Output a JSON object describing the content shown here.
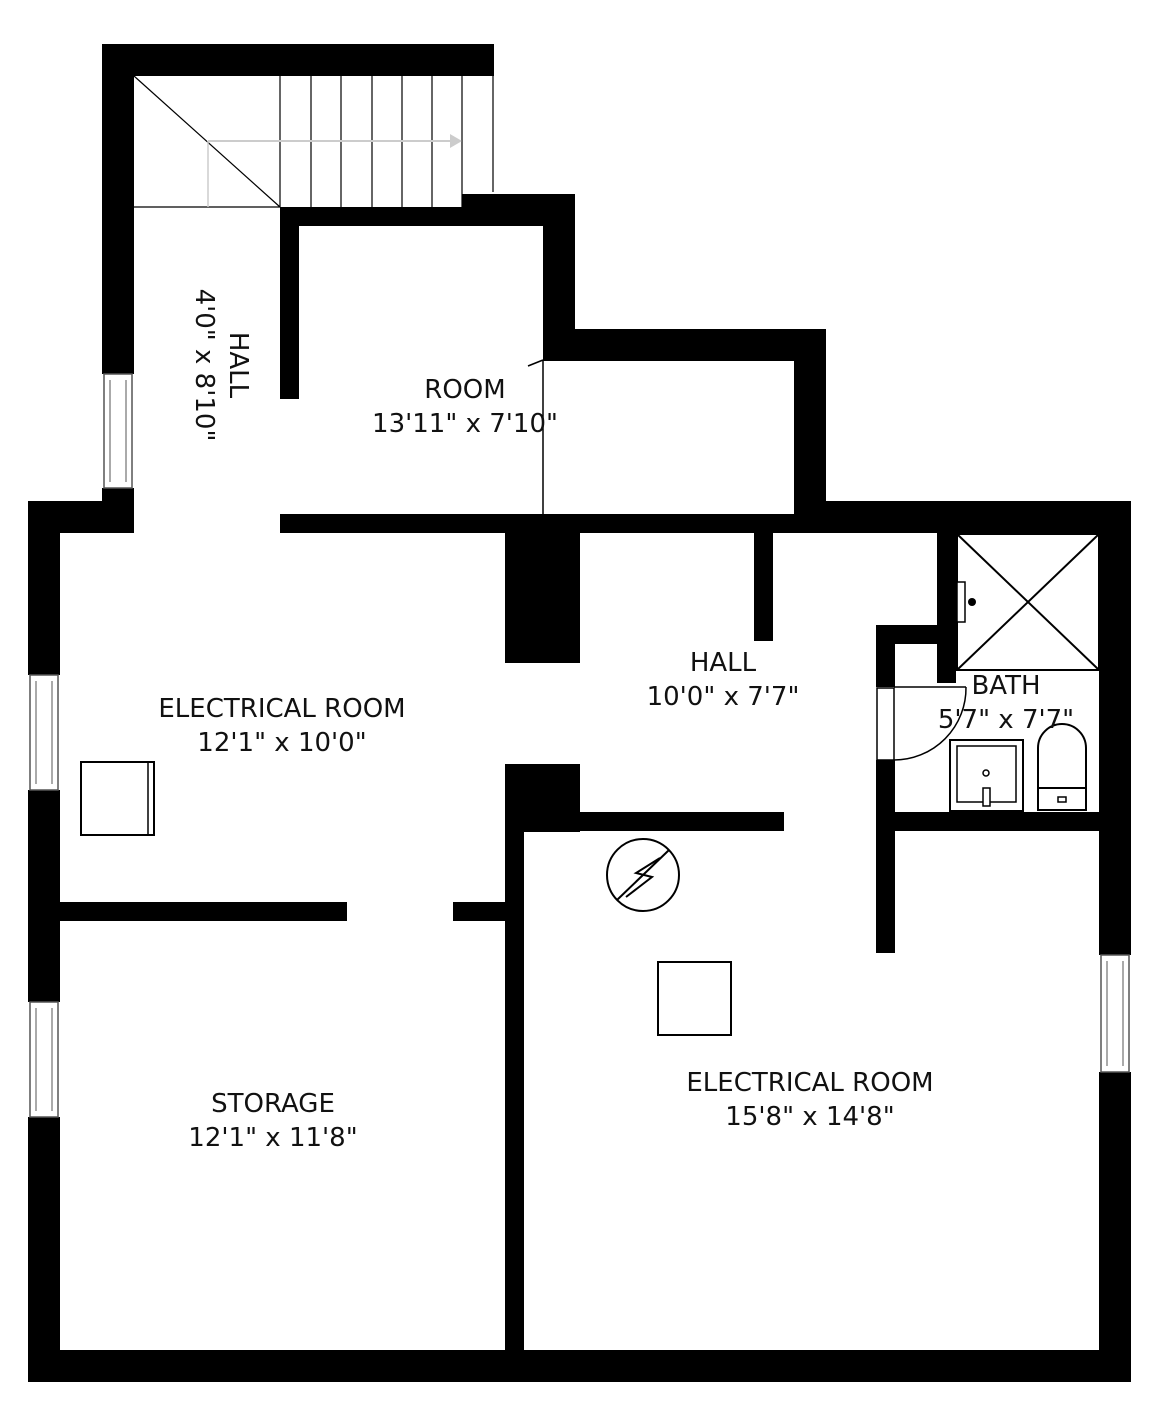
{
  "rooms": [
    {
      "name": "HALL",
      "dims": "4'0\" x 8'10\""
    },
    {
      "name": "ROOM",
      "dims": "13'11\" x 7'10\""
    },
    {
      "name": "HALL",
      "dims": "10'0\" x 7'7\""
    },
    {
      "name": "BATH",
      "dims": "5'7\" x 7'7\""
    },
    {
      "name": "ELECTRICAL ROOM",
      "dims": "12'1\" x 10'0\""
    },
    {
      "name": "STORAGE",
      "dims": "12'1\" x 11'8\""
    },
    {
      "name": "ELECTRICAL ROOM",
      "dims": "15'8\" x 14'8\""
    }
  ],
  "icons": {
    "electrical_panel": "lightning-circle-icon",
    "fixtures": [
      "stairs-icon",
      "shower-icon",
      "sink-icon",
      "toilet-icon",
      "door-swing-icon",
      "window-icon",
      "appliance-box-icon"
    ]
  },
  "colors": {
    "walls": "#000000",
    "background": "#ffffff",
    "text": "#111111"
  }
}
